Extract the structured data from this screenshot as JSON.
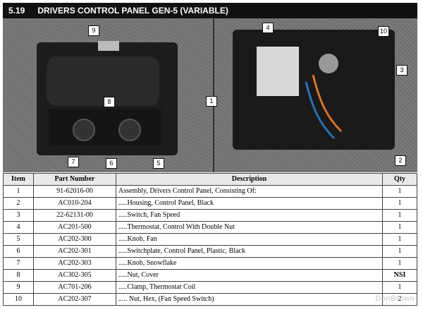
{
  "header": {
    "section": "5.19",
    "title": "DRIVERS CONTROL PANEL GEN-5 (VARIABLE)"
  },
  "callouts": {
    "c1": "1",
    "c2": "2",
    "c3": "3",
    "c4": "4",
    "c5": "5",
    "c6": "6",
    "c7": "7",
    "c8": "8",
    "c9": "9",
    "c10": "10"
  },
  "table": {
    "headers": [
      "Item",
      "Part Number",
      "Description",
      "Qty"
    ],
    "rows": [
      [
        "1",
        "91-62016-00",
        "Assembly, Drivers Control Panel, Consisting Of:",
        "1"
      ],
      [
        "2",
        "AC010-204",
        ".....Housing, Control Panel, Black",
        "1"
      ],
      [
        "3",
        "22-62131-00",
        ".....Switch, Fan Speed",
        "1"
      ],
      [
        "4",
        "AC201-500",
        ".....Thermostat, Control With Double Nut",
        "1"
      ],
      [
        "5",
        "AC202-300",
        ".....Knob, Fan",
        "1"
      ],
      [
        "6",
        "AC202-301",
        ".....Switchplate, Control Panel, Plastic, Black",
        "1"
      ],
      [
        "7",
        "AC202-303",
        ".....Knob, Snowflake",
        "1"
      ],
      [
        "8",
        "AC302-305",
        ".....Nut, Cover",
        "NSI"
      ],
      [
        "9",
        "AC701-206",
        ".....Clamp, Thermostat Coil",
        "1"
      ],
      [
        "10",
        "AC202-307",
        "..... Nut, Hex, (Fan Speed Switch)",
        "2"
      ]
    ]
  },
  "watermark": "DonBrown"
}
